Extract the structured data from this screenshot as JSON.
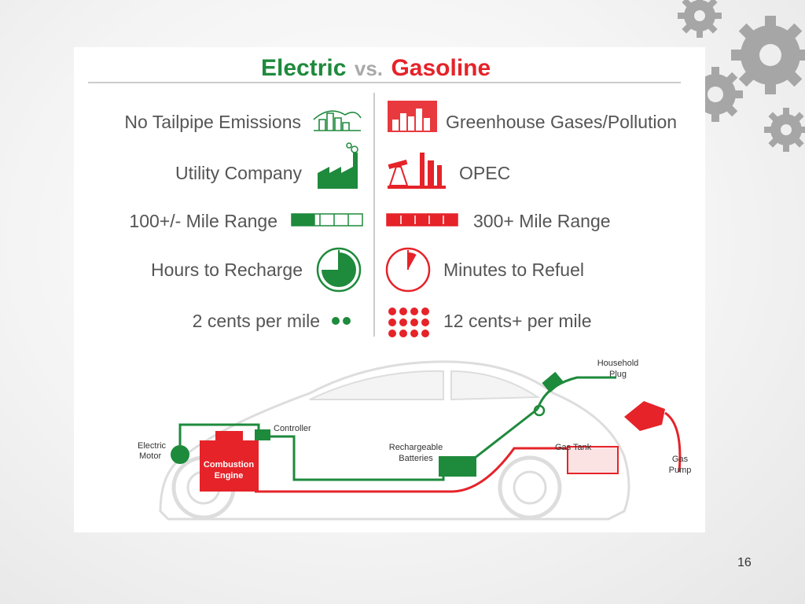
{
  "title": {
    "electric": "Electric",
    "vs": "vs.",
    "gasoline": "Gasoline"
  },
  "electric_items": [
    {
      "label": "No Tailpipe Emissions",
      "icon": "clean-city-icon"
    },
    {
      "label": "Utility Company",
      "icon": "factory-icon"
    },
    {
      "label": "100+/- Mile Range",
      "icon": "range-gauge-icon"
    },
    {
      "label": "Hours to Recharge",
      "icon": "clock-icon"
    },
    {
      "label": "2 cents per mile",
      "icon": "two-dots-icon"
    }
  ],
  "gasoline_items": [
    {
      "label": "Greenhouse Gases/Pollution",
      "icon": "polluted-city-icon"
    },
    {
      "label": "OPEC",
      "icon": "oil-refinery-icon"
    },
    {
      "label": "300+ Mile Range",
      "icon": "range-gauge-icon"
    },
    {
      "label": "Minutes to Refuel",
      "icon": "clock-icon"
    },
    {
      "label": "12 cents+ per mile",
      "icon": "twelve-dots-icon"
    }
  ],
  "car_labels": {
    "household_plug_1": "Household",
    "household_plug_2": "Plug",
    "controller": "Controller",
    "electric_motor_1": "Electric",
    "electric_motor_2": "Motor",
    "combustion_engine_1": "Combustion",
    "combustion_engine_2": "Engine",
    "rechargeable_batteries_1": "Rechargeable",
    "rechargeable_batteries_2": "Batteries",
    "gas_tank": "Gas Tank",
    "gas_pump_1": "Gas",
    "gas_pump_2": "Pump"
  },
  "electric_range_fraction": 0.33,
  "gasoline_range_fraction": 1.0,
  "electric_clock_fill_fraction": 0.75,
  "gasoline_clock_fill_fraction": 0.08,
  "colors": {
    "electric": "#1e8a3c",
    "gasoline": "#e52329",
    "neutral": "#a9a9a9"
  },
  "page_number": "16"
}
